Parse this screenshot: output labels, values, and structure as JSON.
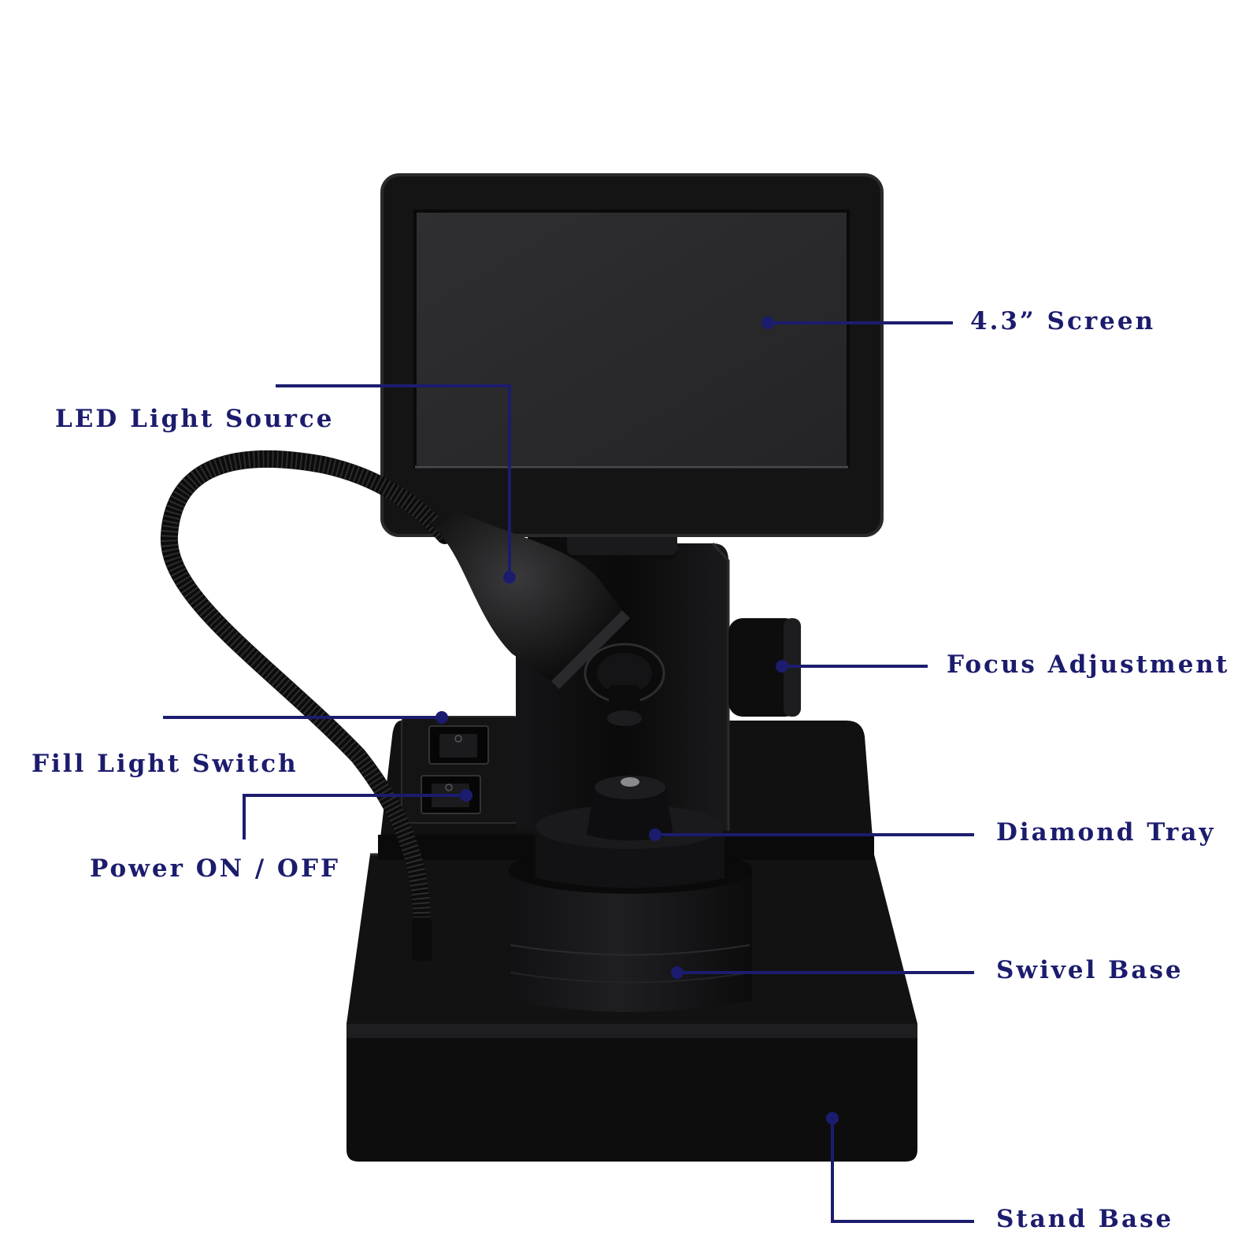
{
  "colors": {
    "label": "#1c1c6e",
    "leader_line": "#1c1c6e",
    "device_body": "#0b0b0c",
    "device_edge": "#2a2a2e",
    "screen_glass": "#2b2b2d",
    "background": "#ffffff"
  },
  "device_icon": "digital-gemstone-microscope",
  "callouts": {
    "screen": "4.3” Screen",
    "led_light_source": "LED Light Source",
    "focus_adjustment": "Focus Adjustment",
    "fill_light_switch": "Fill Light Switch",
    "diamond_tray": "Diamond Tray",
    "power_on_off": "Power ON / OFF",
    "swivel_base": "Swivel Base",
    "stand_base": "Stand Base"
  }
}
